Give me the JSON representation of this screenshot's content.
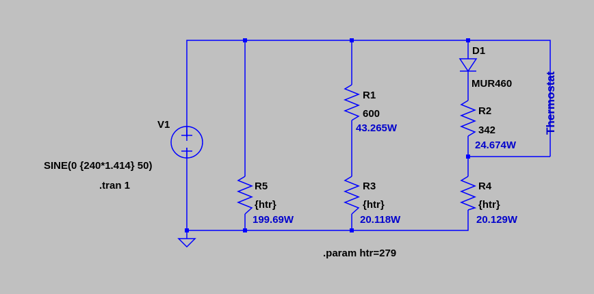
{
  "colors": {
    "background": "#c0c0c0",
    "wire": "#0000ff",
    "text": "#000000",
    "value_text": "#0000cc"
  },
  "components": {
    "v1": {
      "ref": "V1",
      "value": "SINE(0 {240*1.414} 50)",
      "icon": "ac-voltage-source-icon"
    },
    "d1": {
      "ref": "D1",
      "model": "MUR460",
      "icon": "diode-icon"
    },
    "r1": {
      "ref": "R1",
      "value": "600",
      "power": "43.265W"
    },
    "r2": {
      "ref": "R2",
      "value": "342",
      "power": "24.674W"
    },
    "r3": {
      "ref": "R3",
      "value": "{htr}",
      "power": "20.118W"
    },
    "r4": {
      "ref": "R4",
      "value": "{htr}",
      "power": "20.129W"
    },
    "r5": {
      "ref": "R5",
      "value": "{htr}",
      "power": "199.69W"
    }
  },
  "directives": {
    "tran": ".tran 1",
    "param": ".param htr=279"
  },
  "net_label": "Thermostat",
  "ground": {
    "icon": "ground-icon"
  }
}
